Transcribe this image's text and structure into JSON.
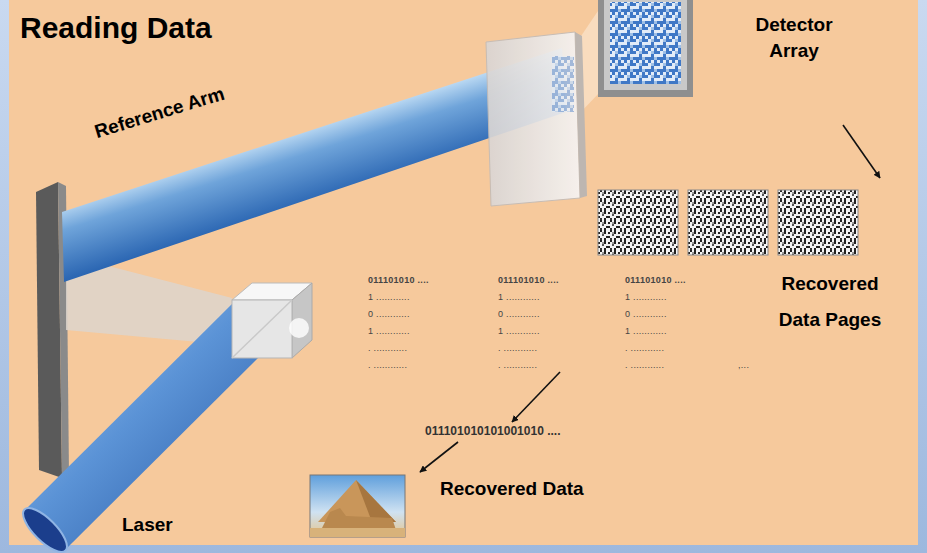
{
  "diagram": {
    "title": "Reading Data",
    "nodes": [
      {
        "text": [
          "Detector Array"
        ]
      },
      {
        "text": [
          "Recovered Data Pages"
        ]
      },
      {
        "text": [
          "011101010101001010 ...."
        ]
      },
      {
        "text": [
          "Recovered Data"
        ]
      }
    ],
    "edges": [
      {
        "from": 0,
        "to": 1,
        "arrow": "to"
      },
      {
        "from": 1,
        "to": 2,
        "arrow": "to"
      },
      {
        "from": 2,
        "to": 3,
        "arrow": "to"
      }
    ],
    "labels": [
      "Reference Arm",
      "Laser",
      "011101010 ....",
      "1 ............",
      "0 ............",
      "1 ............",
      ". ............",
      ". ............",
      "011101010 ....",
      "1 ............",
      "0 ............",
      "1 ............",
      ". ............",
      ". ............",
      "011101010 ....",
      "1 ............",
      "0 ............",
      "1 ............",
      ". ............",
      ". ............",
      ",..."
    ]
  }
}
